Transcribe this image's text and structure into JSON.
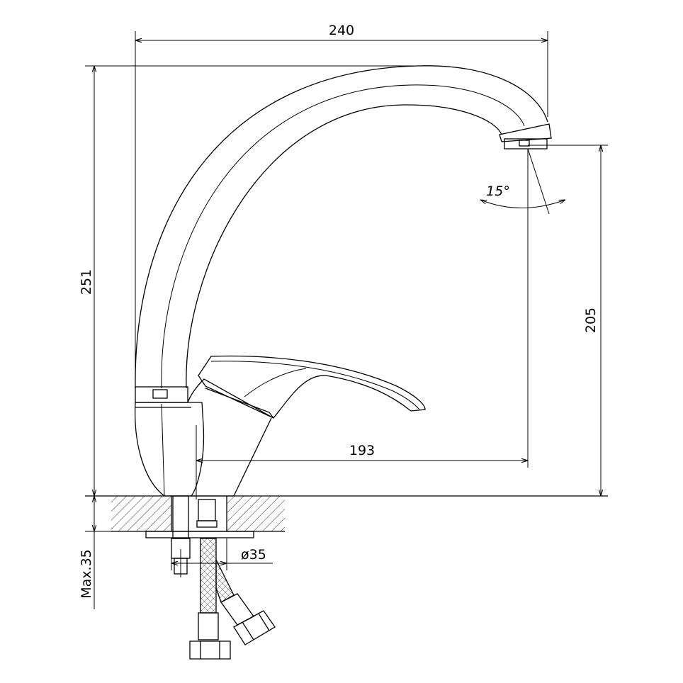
{
  "diagram": {
    "dimensions": {
      "width_total": "240",
      "height_total": "251",
      "spout_height": "205",
      "spout_reach": "193",
      "max_counter_thickness": "Max.35",
      "hole_diameter": "ø35",
      "spout_angle": "15°"
    }
  },
  "colors": {
    "line": "#000000",
    "background": "#ffffff"
  }
}
